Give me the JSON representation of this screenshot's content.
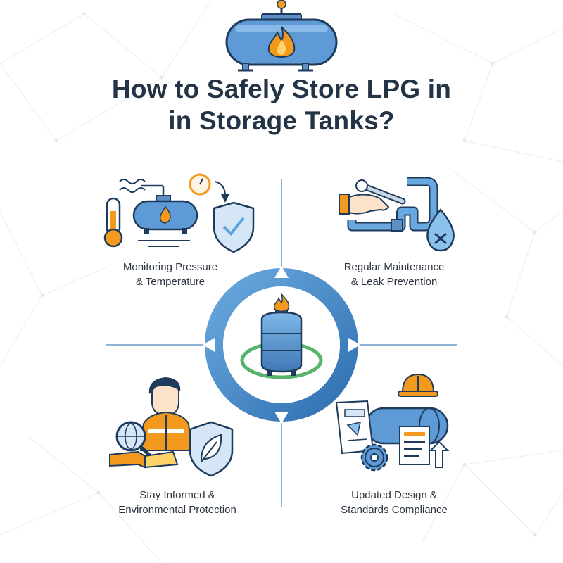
{
  "title": {
    "line1": "How to Safely Store LPG in",
    "line2": "in Storage Tanks?"
  },
  "quadrants": [
    {
      "line1": "Monitoring Pressure",
      "line2": "& Temperature",
      "icons": [
        "thermometer-icon",
        "lpg-tank-icon",
        "pressure-gauge-icon",
        "shield-check-icon",
        "heat-waves-icon"
      ]
    },
    {
      "line1": "Regular Maintenance",
      "line2": "& Leak Prevention",
      "icons": [
        "hand-wrench-icon",
        "pipe-valve-icon",
        "leak-drop-icon"
      ]
    },
    {
      "line1": "Stay Informed &",
      "line2": "Environmental Protection",
      "icons": [
        "worker-icon",
        "globe-magnifier-icon",
        "open-book-icon",
        "shield-leaf-icon"
      ]
    },
    {
      "line1": "Updated Design &",
      "line2": "Standards Compliance",
      "icons": [
        "hard-hat-icon",
        "blueprint-document-icon",
        "gear-icon",
        "horizontal-tank-icon",
        "checklist-document-icon",
        "upload-arrow-icon"
      ]
    }
  ],
  "center": {
    "icons": [
      "vertical-lpg-cylinder-icon",
      "flame-icon",
      "safety-ring-icon"
    ]
  },
  "colors": {
    "title": "#243447",
    "blue_dark": "#3f78b5",
    "blue_light": "#5da4e0",
    "blue_fill": "#d5e7f7",
    "orange": "#f39a1e",
    "green": "#58b36a",
    "outline": "#1f3b5c"
  }
}
